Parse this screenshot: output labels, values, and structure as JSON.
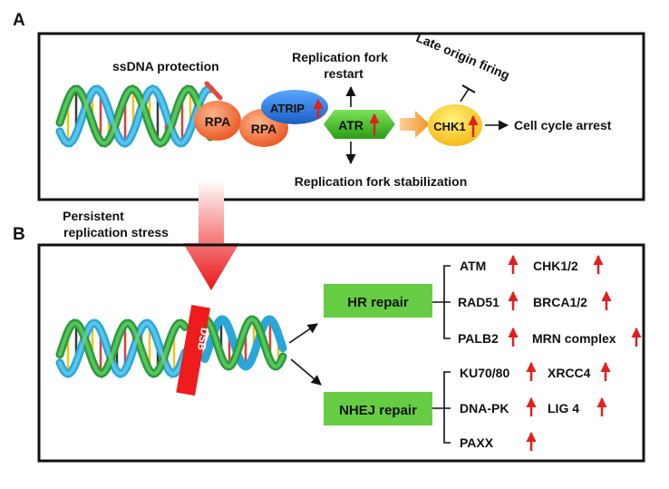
{
  "panel_a": {
    "letter": "A",
    "ssdna_protection": "ssDNA protection",
    "rpa_1": "RPA",
    "rpa_2": "RPA",
    "atrip": "ATRIP",
    "atr": "ATR",
    "chk1": "CHK1",
    "fork_restart_line1": "Replication fork",
    "fork_restart_line2": "restart",
    "late_origin": "Late origin firing",
    "cell_cycle_arrest": "Cell cycle  arrest",
    "fork_stabilization": "Replication fork stabilization"
  },
  "transition": {
    "line1": "Persistent",
    "line2": "replication stress"
  },
  "panel_b": {
    "letter": "B",
    "dsb": "DSB",
    "hr_repair": "HR repair",
    "nhej_repair": "NHEJ repair",
    "hr_genes": [
      "ATM",
      "CHK1/2",
      "RAD51",
      "BRCA1/2",
      "PALB2",
      "MRN complex"
    ],
    "nhej_genes": [
      "KU70/80",
      "XRCC4",
      "DNA-PK",
      "LIG 4",
      "PAXX"
    ]
  },
  "colors": {
    "up_arrow": "#e0201c",
    "repair_box": "#66cc44",
    "dsb_bar": "#ee1c1c",
    "dna_green": "#2a9a3c",
    "dna_blue": "#2aa7d8",
    "rpa": "#f06a30",
    "atrip": "#2e7fd8",
    "atr": "#3ec21e",
    "chk1": "#ffd21a"
  }
}
